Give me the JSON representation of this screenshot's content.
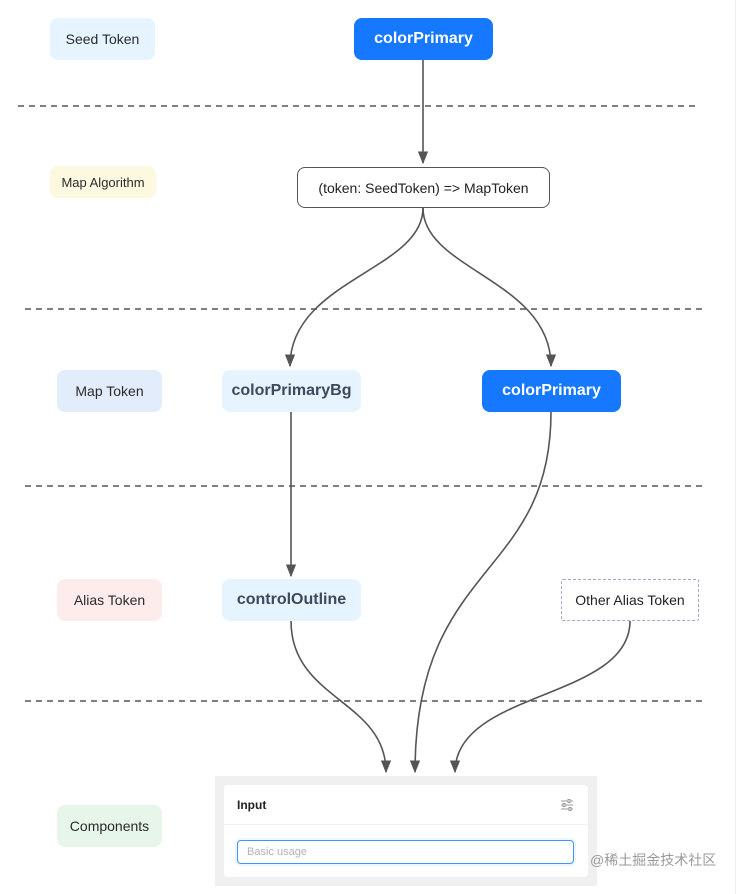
{
  "layers": {
    "seed": {
      "label": "Seed Token",
      "bg": "#e6f4ff"
    },
    "map_algorithm": {
      "label": "Map Algorithm",
      "bg": "#fdf8e0"
    },
    "map_token": {
      "label": "Map Token",
      "bg": "#e3ecfb"
    },
    "alias_token": {
      "label": "Alias Token",
      "bg": "#fdecec"
    },
    "components": {
      "label": "Components",
      "bg": "#e7f6e9"
    }
  },
  "nodes": {
    "seed_color_primary": "colorPrimary",
    "algorithm": "(token: SeedToken) => MapToken",
    "color_primary_bg": "colorPrimaryBg",
    "map_color_primary": "colorPrimary",
    "control_outline": "controlOutline",
    "other_alias_token": "Other Alias Token"
  },
  "component_preview": {
    "title": "Input",
    "settings_icon": "sliders-icon",
    "input_placeholder": "Basic usage"
  },
  "watermark": "@稀土掘金技术社区",
  "colors": {
    "primary": "#1677ff",
    "primary_bg": "#e6f4ff",
    "connector": "#555555",
    "divider": "#555555",
    "dashed_node_border": "#a9a3d6"
  }
}
